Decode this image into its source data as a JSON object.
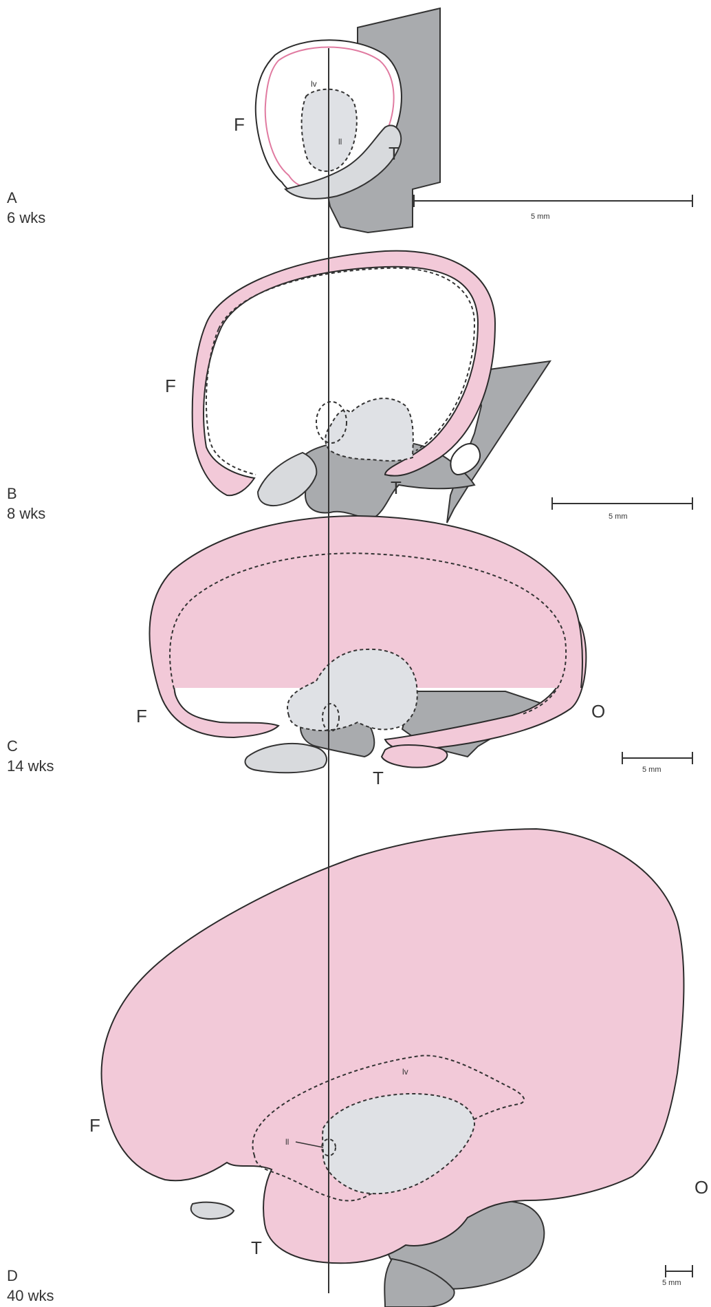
{
  "stages": [
    {
      "letter": "A",
      "age": "6 wks",
      "scale": "5 mm"
    },
    {
      "letter": "B",
      "age": "8 wks",
      "scale": "5 mm"
    },
    {
      "letter": "C",
      "age": "14 wks",
      "scale": "5 mm"
    },
    {
      "letter": "D",
      "age": "40 wks",
      "scale": "5 mm"
    }
  ],
  "labels": {
    "frontal": "F",
    "temporal": "T",
    "occipital": "O",
    "lateral_ventricle": "lv",
    "small_ventricle": "ll"
  },
  "colors": {
    "cortex": "#f2c9d8",
    "cortex_outline": "#e07aa0",
    "brainstem": "#a9abae",
    "deep_structures": "#dfe1e5"
  }
}
